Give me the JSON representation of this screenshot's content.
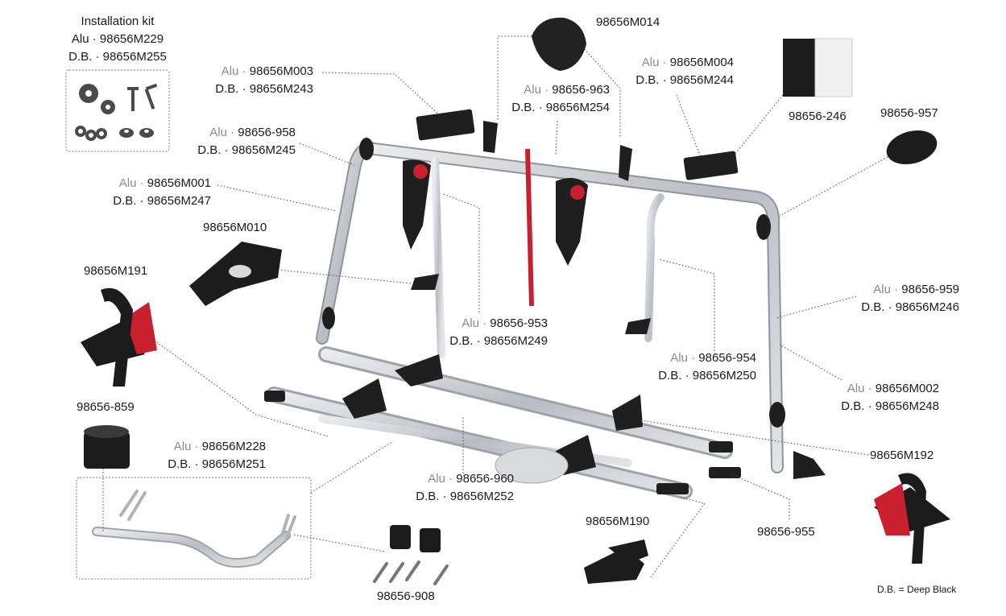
{
  "title_lines": [
    "Installation kit",
    "Alu · 98656M229",
    "D.B. · 98656M255"
  ],
  "labels": [
    {
      "id": "m003",
      "lines": [
        {
          "pre": "Alu · ",
          "code": "98656M003"
        },
        {
          "pre": "",
          "code": "D.B. · 98656M243"
        }
      ]
    },
    {
      "id": "958",
      "lines": [
        {
          "pre": "Alu · ",
          "code": "98656-958"
        },
        {
          "pre": "",
          "code": "D.B. · 98656M245"
        }
      ]
    },
    {
      "id": "m001",
      "lines": [
        {
          "pre": "Alu · ",
          "code": "98656M001"
        },
        {
          "pre": "",
          "code": "D.B. · 98656M247"
        }
      ]
    },
    {
      "id": "m010",
      "lines": [
        {
          "pre": "",
          "code": "98656M010"
        }
      ]
    },
    {
      "id": "m191",
      "lines": [
        {
          "pre": "",
          "code": "98656M191"
        }
      ]
    },
    {
      "id": "859",
      "lines": [
        {
          "pre": "",
          "code": "98656-859"
        }
      ]
    },
    {
      "id": "m228",
      "lines": [
        {
          "pre": "Alu · ",
          "code": "98656M228"
        },
        {
          "pre": "",
          "code": "D.B. · 98656M251"
        }
      ]
    },
    {
      "id": "908",
      "lines": [
        {
          "pre": "",
          "code": "98656-908"
        }
      ]
    },
    {
      "id": "m014",
      "lines": [
        {
          "pre": "",
          "code": "98656M014"
        }
      ]
    },
    {
      "id": "963",
      "lines": [
        {
          "pre": "Alu · ",
          "code": "98656-963"
        },
        {
          "pre": "",
          "code": "D.B. · 98656M254"
        }
      ]
    },
    {
      "id": "m004",
      "lines": [
        {
          "pre": "Alu · ",
          "code": "98656M004"
        },
        {
          "pre": "",
          "code": "D.B. · 98656M244"
        }
      ]
    },
    {
      "id": "246",
      "lines": [
        {
          "pre": "",
          "code": "98656-246"
        }
      ]
    },
    {
      "id": "957",
      "lines": [
        {
          "pre": "",
          "code": "98656-957"
        }
      ]
    },
    {
      "id": "953",
      "lines": [
        {
          "pre": "Alu · ",
          "code": "98656-953"
        },
        {
          "pre": "",
          "code": "D.B. · 98656M249"
        }
      ]
    },
    {
      "id": "954",
      "lines": [
        {
          "pre": "Alu · ",
          "code": "98656-954"
        },
        {
          "pre": "",
          "code": "D.B. · 98656M250"
        }
      ]
    },
    {
      "id": "959",
      "lines": [
        {
          "pre": "Alu · ",
          "code": "98656-959"
        },
        {
          "pre": "",
          "code": "D.B. · 98656M246"
        }
      ]
    },
    {
      "id": "m002",
      "lines": [
        {
          "pre": "Alu · ",
          "code": "98656M002"
        },
        {
          "pre": "",
          "code": "D.B. · 98656M248"
        }
      ]
    },
    {
      "id": "m192",
      "lines": [
        {
          "pre": "",
          "code": "98656M192"
        }
      ]
    },
    {
      "id": "960",
      "lines": [
        {
          "pre": "Alu · ",
          "code": "98656-960"
        },
        {
          "pre": "",
          "code": "D.B. · 98656M252"
        }
      ]
    },
    {
      "id": "m190",
      "lines": [
        {
          "pre": "",
          "code": "98656M190"
        }
      ]
    },
    {
      "id": "955",
      "lines": [
        {
          "pre": "",
          "code": "98656-955"
        }
      ]
    }
  ],
  "legend": "D.B. = Deep Black",
  "colors": {
    "aluminium": "#c9ccd0",
    "black": "#1f1f1f",
    "red": "#c8202f",
    "leader": "#444444"
  },
  "icons": [
    "gear-icon",
    "screw-icon",
    "chain-icon",
    "nut-icon"
  ]
}
